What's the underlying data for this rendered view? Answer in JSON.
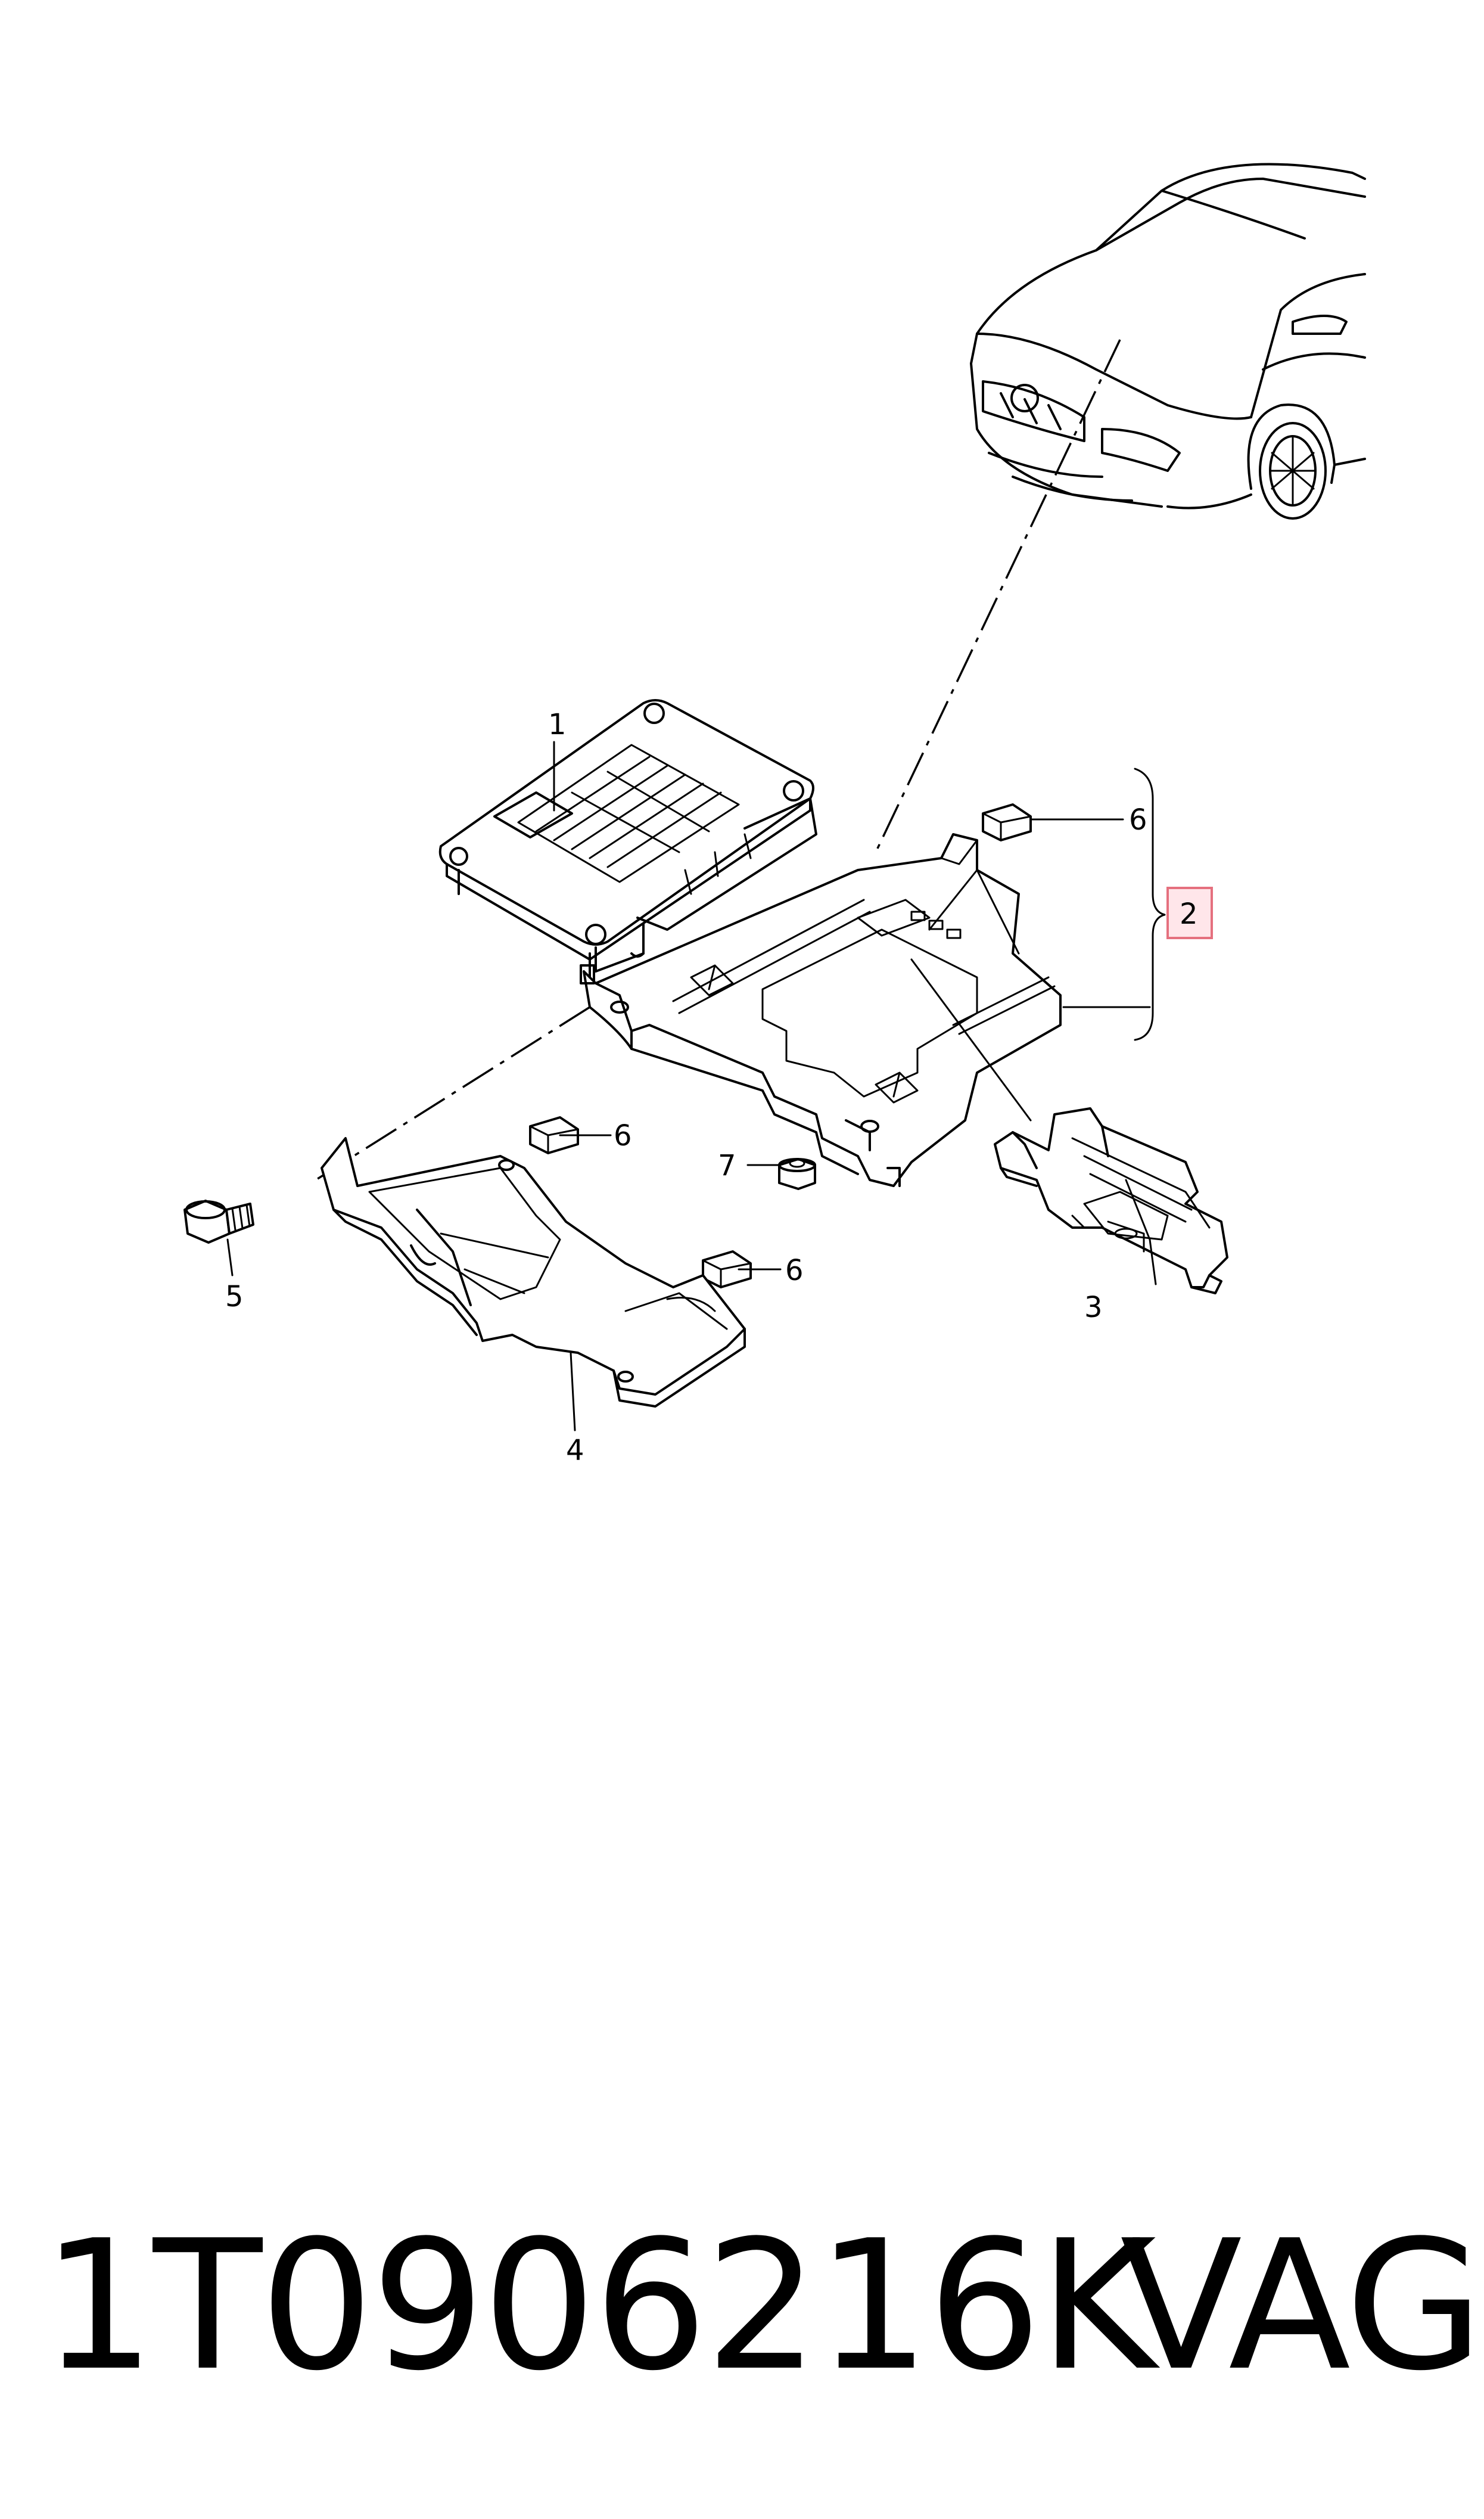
{
  "callouts": {
    "c1": "1",
    "c2": "2",
    "c3": "3",
    "c4": "4",
    "c5": "5",
    "c6a": "6",
    "c6b": "6",
    "c6c": "6",
    "c7": "7"
  },
  "footer": {
    "part_number": "1T0906216K",
    "brand": "VAG"
  },
  "colors": {
    "highlight_box_fill": "#ffe6ea",
    "highlight_box_stroke": "#e5707e"
  }
}
